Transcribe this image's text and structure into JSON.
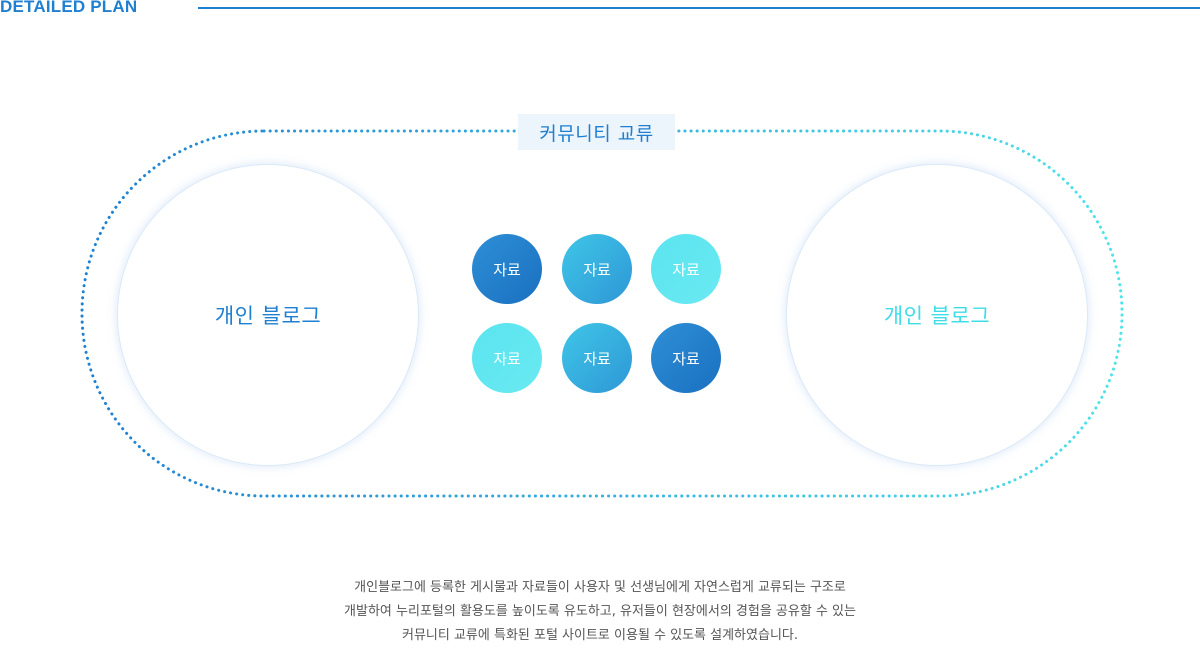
{
  "section": {
    "title": "DETAILED PLAN"
  },
  "diagram": {
    "community_label": "커뮤니티 교류",
    "left_node_label": "개인 블로그",
    "right_node_label": "개인 블로그",
    "resources": [
      {
        "label": "자료"
      },
      {
        "label": "자료"
      },
      {
        "label": "자료"
      },
      {
        "label": "자료"
      },
      {
        "label": "자료"
      },
      {
        "label": "자료"
      }
    ]
  },
  "colors": {
    "primary_blue": "#1f7fd1",
    "cyan": "#3fdde8",
    "label_bg": "#edf5fc"
  },
  "description": [
    "개인블로그에 등록한 게시물과 자료들이 사용자 및 선생님에게 자연스럽게 교류되는 구조로",
    "개발하여 누리포털의 활용도를 높이도록 유도하고, 유저들이 현장에서의 경험을 공유할 수 있는",
    "커뮤니티 교류에 특화된 포털 사이트로 이용될 수 있도록 설계하였습니다."
  ]
}
